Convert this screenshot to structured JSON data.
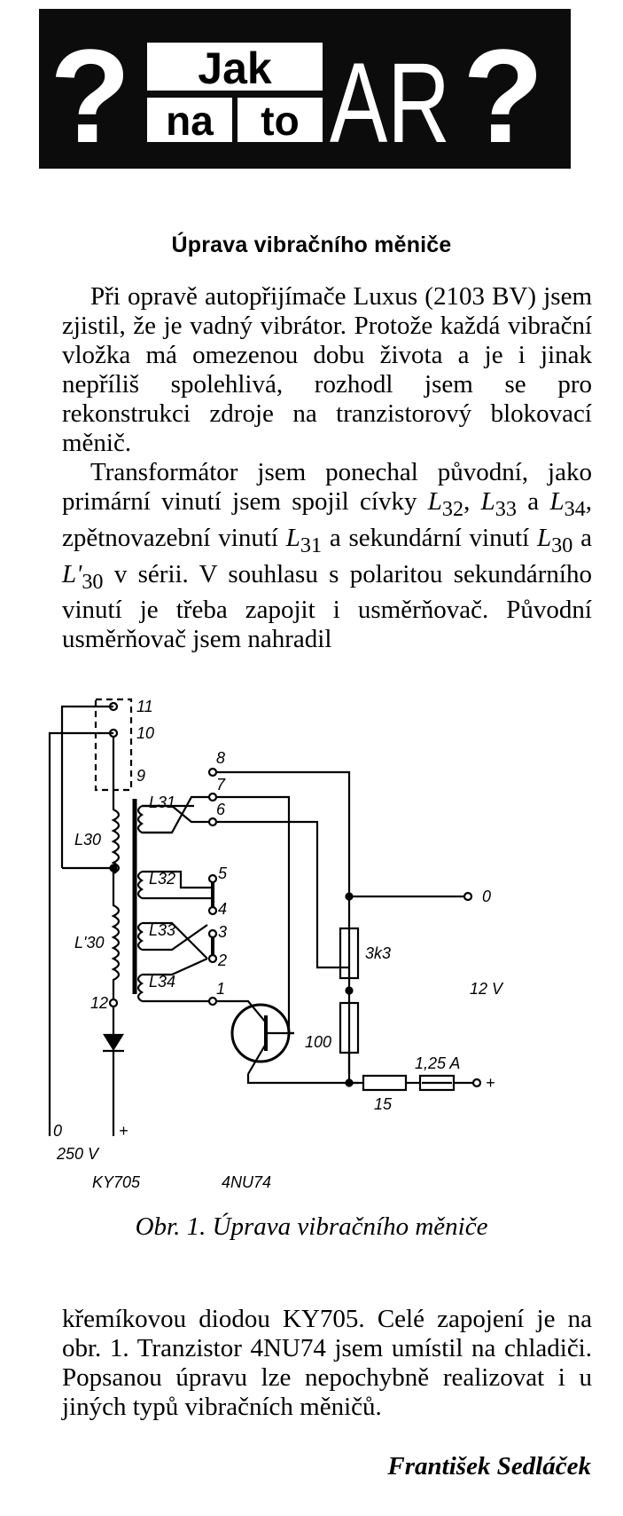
{
  "banner": {
    "q_left": "?",
    "word_jak": "Jak",
    "word_na": "na",
    "word_to": "to",
    "word_ar": "AR",
    "q_right": "?"
  },
  "article": {
    "title": "Úprava vibračního měniče",
    "p1": "Při opravě autopřijímače Luxus (2103 BV) jsem zjistil, že je vadný vibrátor. Protože každá vibrační vložka má omezenou dobu života a je i jinak nepříliš spolehlivá, rozhodl jsem se pro rekonstrukci zdroje na tranzistorový blokovací měnič.",
    "p2_a": "Transformátor jsem ponechal původní, jako primární vinutí jsem spojil cívky ",
    "p2_l32": "L",
    "p2_l32s": "32",
    "p2_b": ", ",
    "p2_l33": "L",
    "p2_l33s": "33",
    "p2_c": " a ",
    "p2_l34": "L",
    "p2_l34s": "34",
    "p2_d": ", zpětnovazební vinutí ",
    "p2_l31": "L",
    "p2_l31s": "31",
    "p2_e": " a sekundární vinutí ",
    "p2_l30": "L",
    "p2_l30s": "30",
    "p2_f": " a ",
    "p2_l30b": "L'",
    "p2_l30bs": "30",
    "p2_g": " v sérii. V souhlasu s polaritou sekundárního vinutí je třeba zapojit i usměrňovač. Původní usměrňovač jsem nahradil",
    "p3": "křemíkovou diodou KY705. Celé zapojení je na obr. 1. Tranzistor 4NU74 jsem umístil na chladiči. Popsanou úpravu lze nepochybně realizovat i u jiných typů vibračních měničů.",
    "author": "František Sedláček"
  },
  "figure": {
    "caption": "Obr. 1. Úprava vibračního měniče",
    "labels": {
      "pin11": "11",
      "pin10": "10",
      "pin9": "9",
      "pin8": "8",
      "pin7": "7",
      "pin6": "6",
      "pin5": "5",
      "pin4": "4",
      "pin3": "3",
      "pin2": "2",
      "pin1": "1",
      "pin12": "12",
      "l30": "L30",
      "l30b": "L'30",
      "l31": "L31",
      "l32": "L32",
      "l33": "L33",
      "l34": "L34",
      "out0": "0",
      "r1": "3k3",
      "r2": "100",
      "r3": "15",
      "fuse": "1,25 A",
      "plus_out": "+",
      "supply": "12 V",
      "bottom0": "0",
      "bottom_plus": "+",
      "v250": "250 V",
      "diode": "KY705",
      "transistor": "4NU74"
    }
  }
}
